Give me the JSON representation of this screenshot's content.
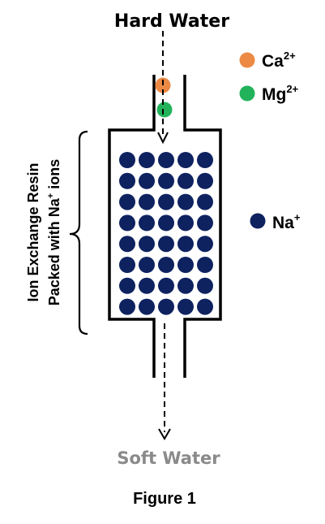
{
  "inlet_label": "Hard Water",
  "outlet_label": "Soft Water",
  "caption": "Figure 1",
  "bracket_label": {
    "line1": "Ion Exchange Resin",
    "line2_prefix": "Packed with Na",
    "line2_sup": "+",
    "line2_suffix": " ions"
  },
  "legend": [
    {
      "id": "ca",
      "base": "Ca",
      "sup": "2+",
      "color": "#ec8a45"
    },
    {
      "id": "mg",
      "base": "Mg",
      "sup": "2+",
      "color": "#22b35a"
    },
    {
      "id": "na",
      "base": "Na",
      "sup": "+",
      "color": "#0e2260"
    }
  ],
  "resin_grid": {
    "rows": 8,
    "cols": 5,
    "color": "#0e2260"
  },
  "incoming_ions": [
    "ca",
    "mg"
  ],
  "colors": {
    "outline": "#000000",
    "outlet_text": "#8a8a8a",
    "text": "#000000"
  }
}
